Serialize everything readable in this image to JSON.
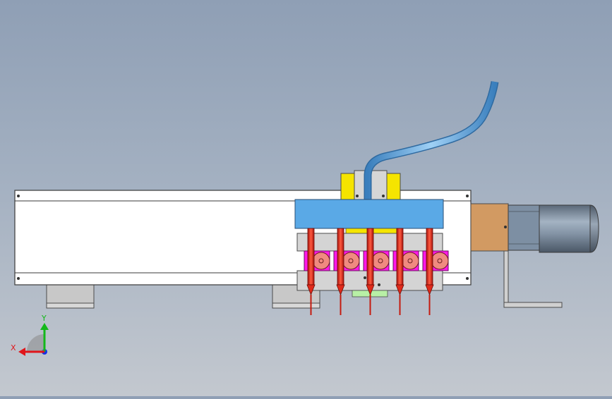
{
  "view": {
    "background_top": "#8f9fb5",
    "background_bottom": "#c3c8cf"
  },
  "model": {
    "rail_color": "#ffffff",
    "carriage_color": "#5aa9e6",
    "nozzle_color": "#e02a1a",
    "block_color": "#ff19e8",
    "roller_color": "#f08a80",
    "clamp_color": "#f5e400",
    "motor_mount_color": "#d29a62",
    "motor_color": "#7d8fa3",
    "hose_color": "#4f95cf",
    "nozzle_count": 5
  },
  "triad": {
    "x_label": "X",
    "y_label": "Y",
    "x_color": "#e0161b",
    "y_color": "#13b81a",
    "z_color": "#1432e6"
  }
}
